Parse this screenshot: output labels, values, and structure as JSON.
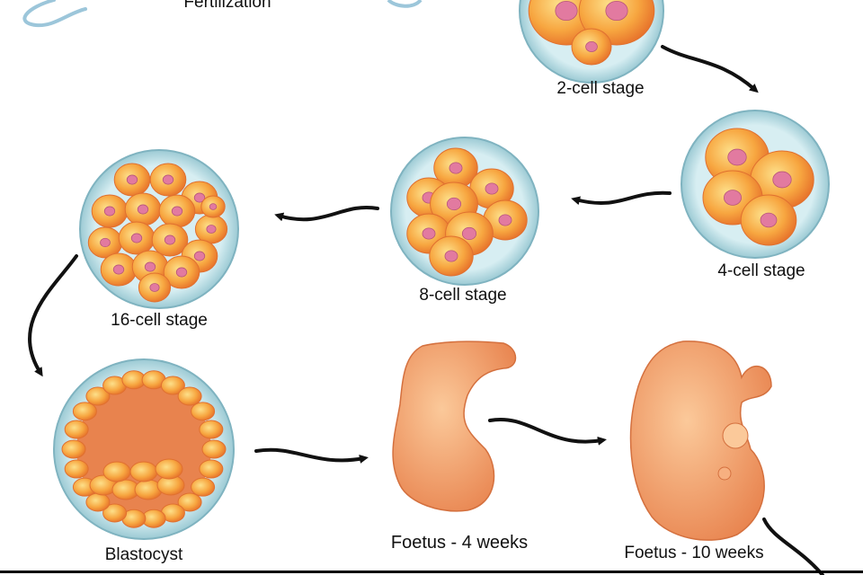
{
  "title": "Fertilization",
  "stages": [
    {
      "id": "two-cell",
      "label": "2-cell stage",
      "cells": 2
    },
    {
      "id": "four-cell",
      "label": "4-cell stage",
      "cells": 4
    },
    {
      "id": "eight-cell",
      "label": "8-cell stage",
      "cells": 8
    },
    {
      "id": "sixteen-cell",
      "label": "16-cell stage",
      "cells": 16
    },
    {
      "id": "blastocyst",
      "label": "Blastocyst"
    },
    {
      "id": "foetus-4",
      "label": "Foetus - 4 weeks"
    },
    {
      "id": "foetus-10",
      "label": "Foetus - 10 weeks"
    }
  ],
  "colors": {
    "zona": "#bfe0e6",
    "zona_edge": "#7fb3c0",
    "cell": "#f59a3a",
    "cell_light": "#fcd07a",
    "nucleus": "#e27aa0",
    "foetus": "#f2a06a",
    "arrow": "#111111"
  }
}
